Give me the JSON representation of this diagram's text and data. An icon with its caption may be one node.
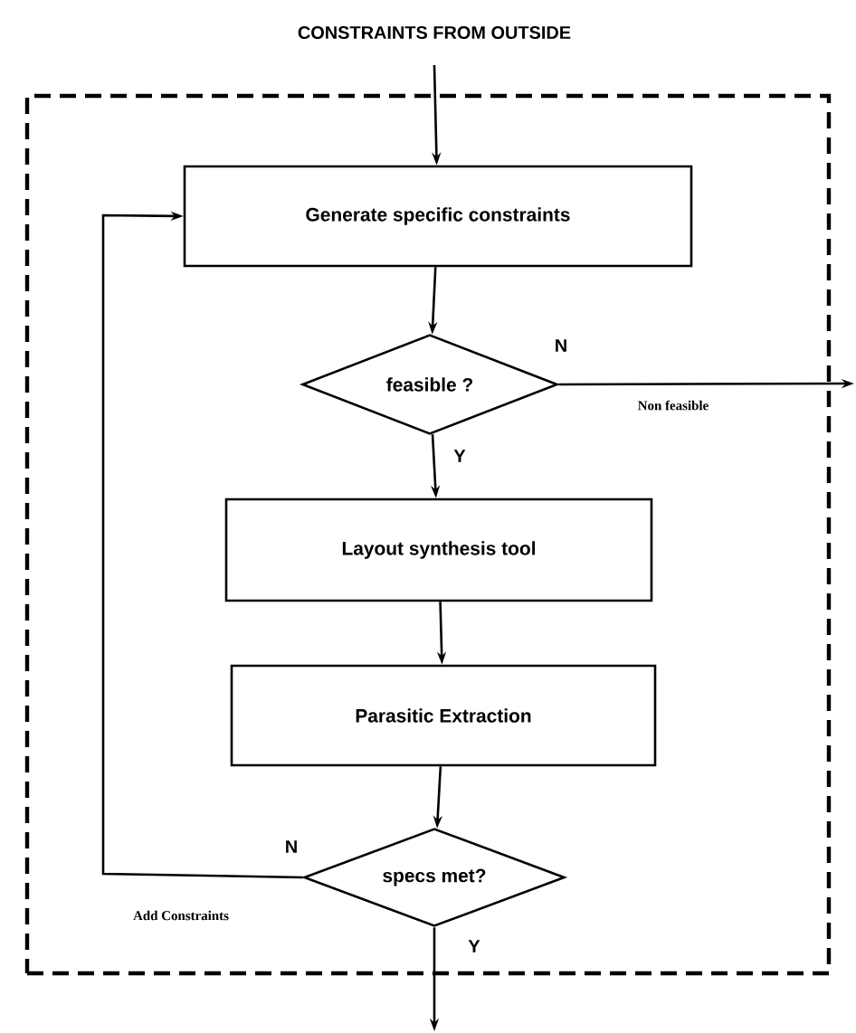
{
  "diagram": {
    "nodes": [
      {
        "text": [
          "CONSTRAINTS FROM OUTSIDE"
        ]
      },
      {
        "text": [],
        "shape": "box"
      },
      {
        "text": [
          "Generate specific constraints"
        ],
        "in": 1
      },
      {
        "text": [
          "feasible ?"
        ],
        "in": 1
      },
      {
        "text": [
          "Layout synthesis tool"
        ],
        "in": 1
      },
      {
        "text": [
          "Parasitic Extraction"
        ],
        "in": 1
      },
      {
        "text": [
          "specs met?"
        ],
        "in": 1
      }
    ],
    "edges": [
      {
        "from": 0,
        "to": 2,
        "arrow": "to"
      },
      {
        "from": 2,
        "to": 3,
        "arrow": "to"
      },
      {
        "from": 3,
        "to": 4,
        "arrow": "to",
        "label": "Y"
      },
      {
        "from": 3,
        "to": null,
        "arrow": "to",
        "label": "Non feasible"
      },
      {
        "from": 4,
        "to": 5,
        "arrow": "to"
      },
      {
        "from": 5,
        "to": 6,
        "arrow": "to"
      },
      {
        "from": 6,
        "to": 2,
        "arrow": "to",
        "label": "Add Constraints"
      },
      {
        "from": 6,
        "to": null,
        "arrow": "to",
        "label": "Y"
      }
    ],
    "labels": [
      "N",
      "N"
    ]
  }
}
